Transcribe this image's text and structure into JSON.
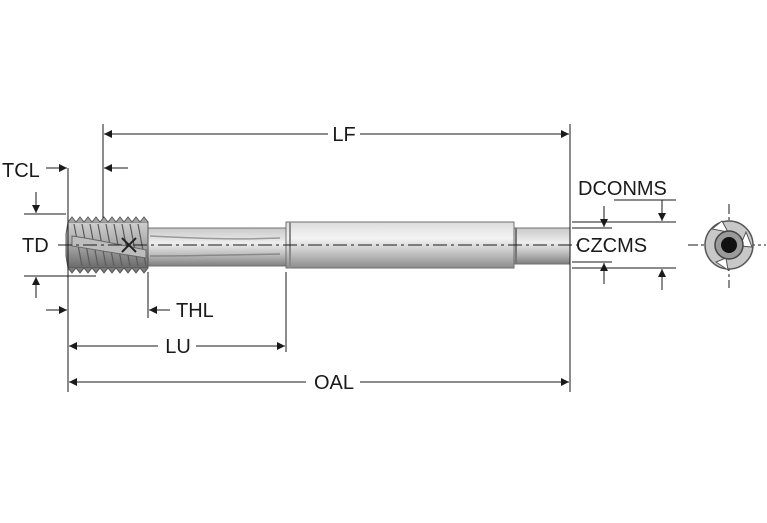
{
  "labels": {
    "lf": "LF",
    "tcl": "TCL",
    "td": "TD",
    "dconms": "DCONMS",
    "czcms": "CZCMS",
    "thl": "THL",
    "lu": "LU",
    "oal": "OAL"
  },
  "colors": {
    "line": "#1a1a1a",
    "tool_light": "#e6e6e6",
    "tool_mid": "#b8b8b8",
    "tool_dark": "#6f6f6f",
    "thread": "#8a8a8a"
  }
}
